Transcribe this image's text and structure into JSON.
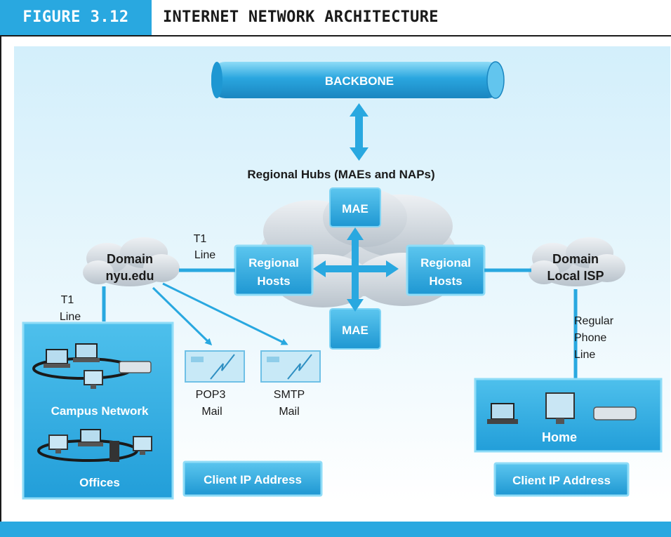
{
  "figure": {
    "label": "FIGURE 3.12",
    "title": "INTERNET NETWORK ARCHITECTURE"
  },
  "diagram": {
    "backbone": "BACKBONE",
    "regional_hubs": "Regional Hubs (MAEs and NAPs)",
    "mae_top": "MAE",
    "mae_bottom": "MAE",
    "regional_hosts_left": [
      "Regional",
      "Hosts"
    ],
    "regional_hosts_right": [
      "Regional",
      "Hosts"
    ],
    "domain_left": [
      "Domain",
      "nyu.edu"
    ],
    "domain_right": [
      "Domain",
      "Local ISP"
    ],
    "t1_line_upper": [
      "T1",
      "Line"
    ],
    "t1_line_left": [
      "T1",
      "Line"
    ],
    "regular_phone_line": [
      "Regular",
      "Phone",
      "Line"
    ],
    "campus_network": "Campus Network",
    "offices": "Offices",
    "pop3_mail": [
      "POP3",
      "Mail"
    ],
    "smtp_mail": [
      "SMTP",
      "Mail"
    ],
    "home": "Home",
    "client_ip_left": "Client IP Address",
    "client_ip_right": "Client IP Address"
  },
  "colors": {
    "accent": "#29a8e0",
    "box_fill": "#2aa6df",
    "box_light": "#6fcdf2",
    "cloud_fill": "#d7dde3",
    "background_gradient_top": "#daf2fc",
    "text_dark": "#1a1a1a",
    "text_light": "#ffffff"
  }
}
